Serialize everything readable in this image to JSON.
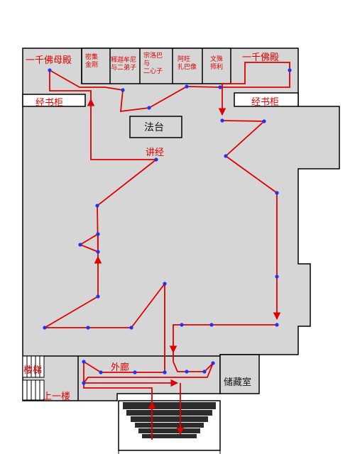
{
  "colors": {
    "floor": "#d6d6d6",
    "wall": "#000000",
    "route": "#e00000",
    "waypoint": "#2233ee",
    "stair_dark": "#2c2c2c"
  },
  "labels": {
    "hall_1000_mother": "一千佛母殿",
    "hall_1000": "一千佛殿",
    "cabinet_left": "经书柜",
    "cabinet_right": "经书柜",
    "altar": "法台",
    "preach": "讲经",
    "outer_corridor": "外廊",
    "storage": "储藏室",
    "stairs": "楼梯",
    "upstairs": "上一楼"
  },
  "shrines": [
    {
      "lines": [
        "密集",
        "金刚"
      ]
    },
    {
      "lines": [
        "释迦牟尼",
        "与二弟子"
      ]
    },
    {
      "lines": [
        "宗洛巴",
        "与",
        "二心子"
      ]
    },
    {
      "lines": [
        "阿旺",
        "扎巴像"
      ]
    },
    {
      "lines": [
        "文殊",
        "师利"
      ]
    }
  ]
}
